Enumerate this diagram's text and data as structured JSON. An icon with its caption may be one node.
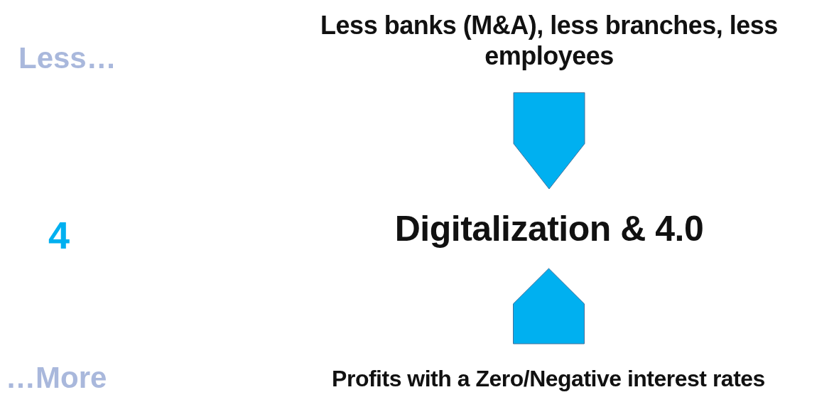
{
  "diagram": {
    "nodes": [
      {
        "text": [
          "Less banks (M&A), less branches, less employees"
        ]
      },
      {
        "text": [
          "Digitalization & 4.0"
        ]
      },
      {
        "text": [
          "Profits with a Zero/Negative interest rates"
        ]
      }
    ],
    "edges": [
      {
        "from": 0,
        "to": 1,
        "arrow": "to"
      },
      {
        "from": 2,
        "to": 1,
        "arrow": "to"
      }
    ],
    "labels": [
      "Less…",
      "4",
      "…More"
    ]
  }
}
